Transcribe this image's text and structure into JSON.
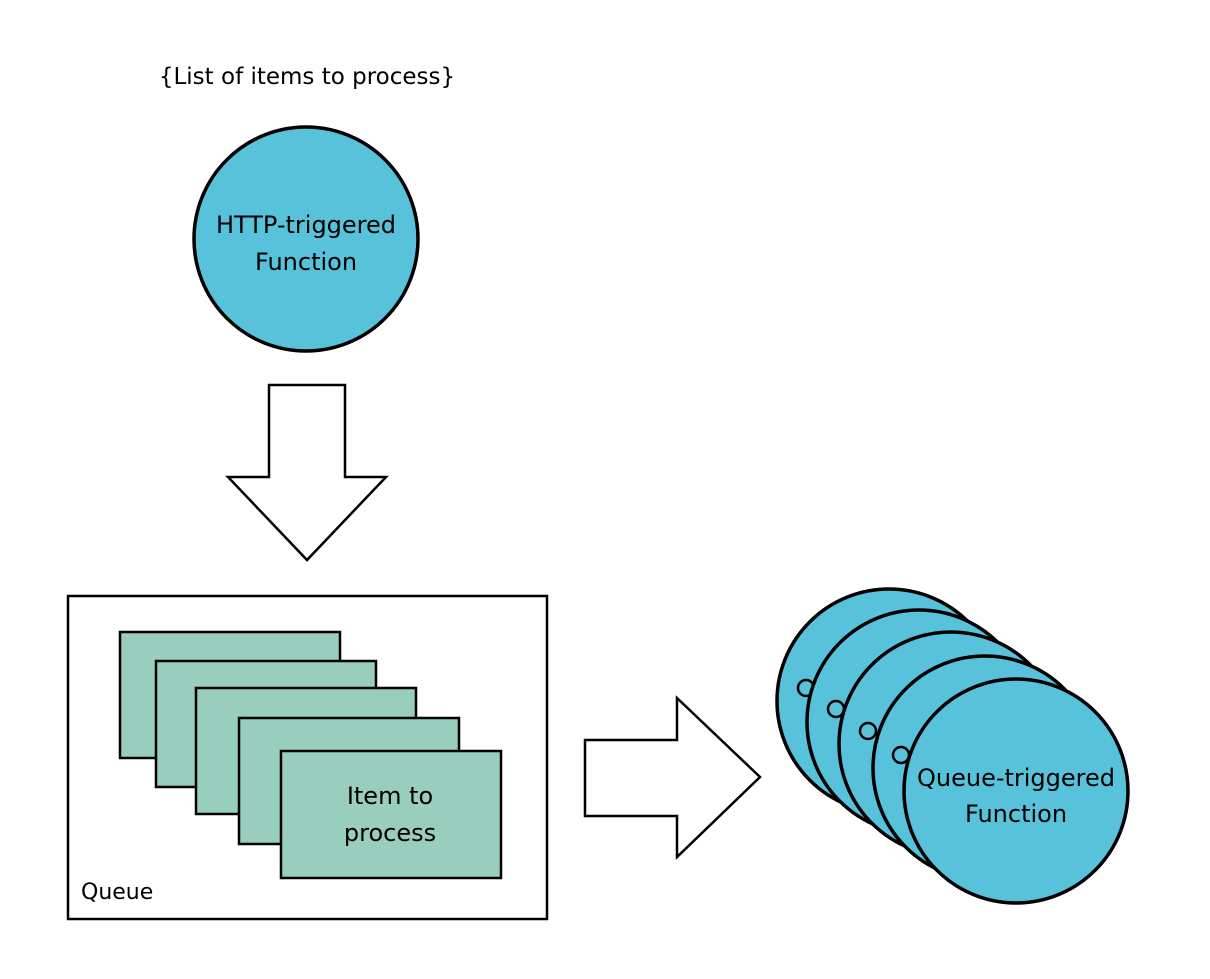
{
  "caption": "{List of items to process}",
  "http_function": {
    "label_line1": "HTTP-triggered",
    "label_line2": "Function"
  },
  "queue": {
    "label": "Queue",
    "item_label_line1": "Item to",
    "item_label_line2": "process"
  },
  "queue_function": {
    "label_line1": "Queue-triggered",
    "label_line2": "Function"
  },
  "colors": {
    "function_fill": "#58c2da",
    "item_fill": "#99cdbd",
    "stroke": "#000000",
    "arrow_fill": "#ffffff"
  }
}
